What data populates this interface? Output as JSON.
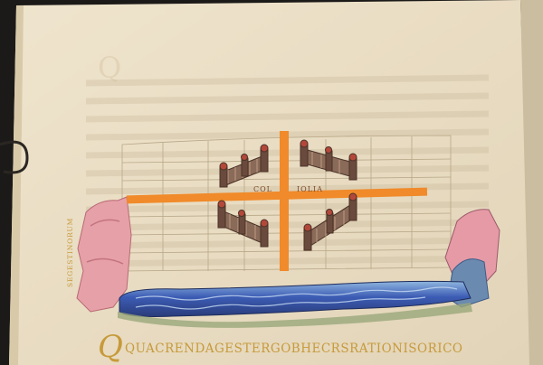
{
  "image": {
    "subject": "illuminated manuscript page",
    "colors": {
      "parchment": "#e8dcc3",
      "orange_cross": "#f08a2a",
      "river_blue": "#3c5cb4",
      "pink_mountain": "#e6a0a8",
      "fortress_brown": "#7a5a48",
      "gold_text": "#c79a3a"
    }
  },
  "labels": {
    "side_vertical": "SEGESTINORUM",
    "city_left": "COL",
    "city_right": "IOLIA",
    "bottom_line": "QUACRENDAGESTERGOBHECRSRATIONISORICO"
  }
}
